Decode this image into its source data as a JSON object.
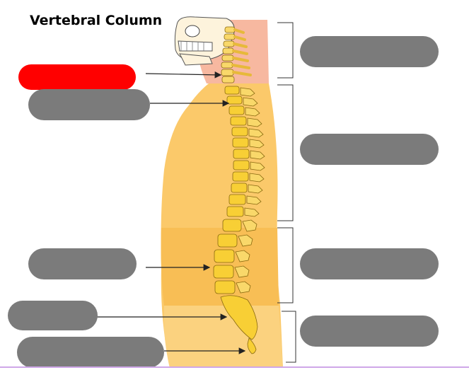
{
  "diagram": {
    "title": "Vertebral Column",
    "label_boxes": [
      {
        "id": "label-cervical-left",
        "text": "",
        "highlighted": true
      },
      {
        "id": "label-thoracic-left",
        "text": "",
        "highlighted": false
      },
      {
        "id": "label-lumbar-left",
        "text": "",
        "highlighted": false
      },
      {
        "id": "label-sacrum-left",
        "text": "",
        "highlighted": false
      },
      {
        "id": "label-coccyx-left",
        "text": "",
        "highlighted": false
      },
      {
        "id": "label-region-1-right",
        "text": "",
        "highlighted": false
      },
      {
        "id": "label-region-2-right",
        "text": "",
        "highlighted": false
      },
      {
        "id": "label-region-3-right",
        "text": "",
        "highlighted": false
      },
      {
        "id": "label-region-4-right",
        "text": "",
        "highlighted": false
      }
    ]
  },
  "colors": {
    "highlight": "#ff0000",
    "label_box": "#7b7b7b",
    "body_skin": "#fbc96a",
    "neck_skin": "#f7b8a0",
    "vertebra": "#f8cf35"
  }
}
